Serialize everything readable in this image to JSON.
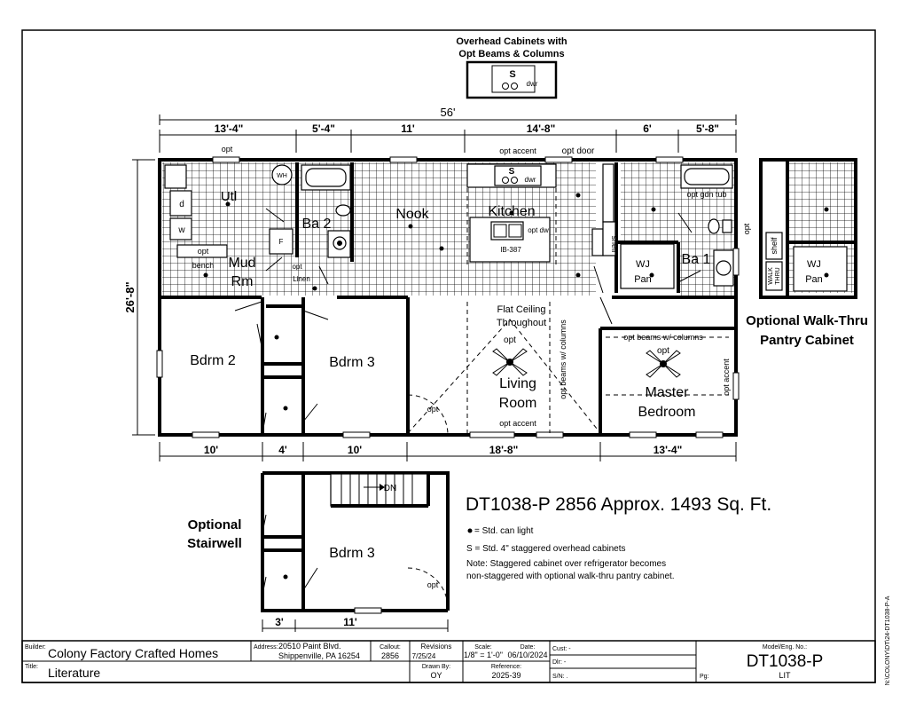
{
  "overhead_note": {
    "line1": "Overhead Cabinets with",
    "line2": "Opt Beams & Columns",
    "s": "S",
    "dwr": "dwr"
  },
  "dims_top": {
    "overall": "56'",
    "seg1": "13'-4\"",
    "seg2": "5'-4\"",
    "seg3": "11'",
    "seg4": "14'-8\"",
    "seg5": "6'",
    "seg6": "5'-8\""
  },
  "dims_side": {
    "depth": "26'-8\""
  },
  "dims_bottom": {
    "seg1": "10'",
    "seg2": "4'",
    "seg3": "10'",
    "seg4": "18'-8\"",
    "seg5": "13'-4\""
  },
  "dims_stair": {
    "seg1": "3'",
    "seg2": "11'"
  },
  "rooms": {
    "utl": "Utl",
    "mud1": "Mud",
    "mud2": "Rm",
    "ba2": "Ba 2",
    "nook": "Nook",
    "kitchen": "Kitchen",
    "ba1": "Ba 1",
    "bdrm2": "Bdrm 2",
    "bdrm3": "Bdrm 3",
    "living1": "Living",
    "living2": "Room",
    "master1": "Master",
    "master2": "Bedroom",
    "bdrm3_alt": "Bdrm 3"
  },
  "labels": {
    "opt": "opt",
    "opt_accent": "opt accent",
    "opt_door": "opt door",
    "opt_gdn_tub": "opt gdn tub",
    "bench": "bench",
    "linen": "Linen",
    "wh": "WH",
    "d": "d",
    "w": "w",
    "f": "F",
    "s": "S",
    "dwr": "dwr",
    "ib": "IB-387",
    "opt_dw": "opt dw",
    "shelf": "shelf",
    "wj": "WJ",
    "pan": "Pan",
    "flat1": "Flat Ceiling",
    "flat2": "Throughout",
    "beams_cols": "opt beams w/ columns",
    "dn": "DN",
    "walk": "WALK",
    "thru": "THRU"
  },
  "optional_pantry": {
    "line1": "Optional Walk-Thru",
    "line2": "Pantry Cabinet"
  },
  "optional_stair": {
    "line1": "Optional",
    "line2": "Stairwell"
  },
  "plan_title": "DT1038-P 2856  Approx. 1493 Sq. Ft.",
  "legend": {
    "can": "= Std. can light",
    "cab": "S = Std. 4\" staggered overhead cabinets",
    "note1": "Note: Staggered cabinet over refrigerator becomes",
    "note2": "non-staggered with optional walk-thru pantry cabinet."
  },
  "side_code": "N:\\COLONY\\DT\\24-DT1038-P-A",
  "title_block": {
    "builder_label": "Builder:",
    "builder": "Colony Factory Crafted Homes",
    "title_label": "Title:",
    "title": "Literature",
    "address_label": "Address:",
    "address1": "20510 Paint Blvd.",
    "address2": "Shippenville, PA 16254",
    "callout_label": "Callout:",
    "callout": "2856",
    "revisions_label": "Revisions",
    "revision": "7/25/24",
    "drawn_label": "Drawn By:",
    "drawn": "OY",
    "scale_label": "Scale:",
    "scale": "1/8\" = 1'-0\"",
    "date_label": "Date:",
    "date": "06/10/2024",
    "ref_label": "Reference:",
    "ref": "2025-39",
    "cust": "Cust: -",
    "dlr": "Dlr: -",
    "sn": "S/N: .",
    "model_label": "Model/Eng. No.:",
    "model": "DT1038-P",
    "lit": "LIT",
    "pg": "Pg:"
  }
}
